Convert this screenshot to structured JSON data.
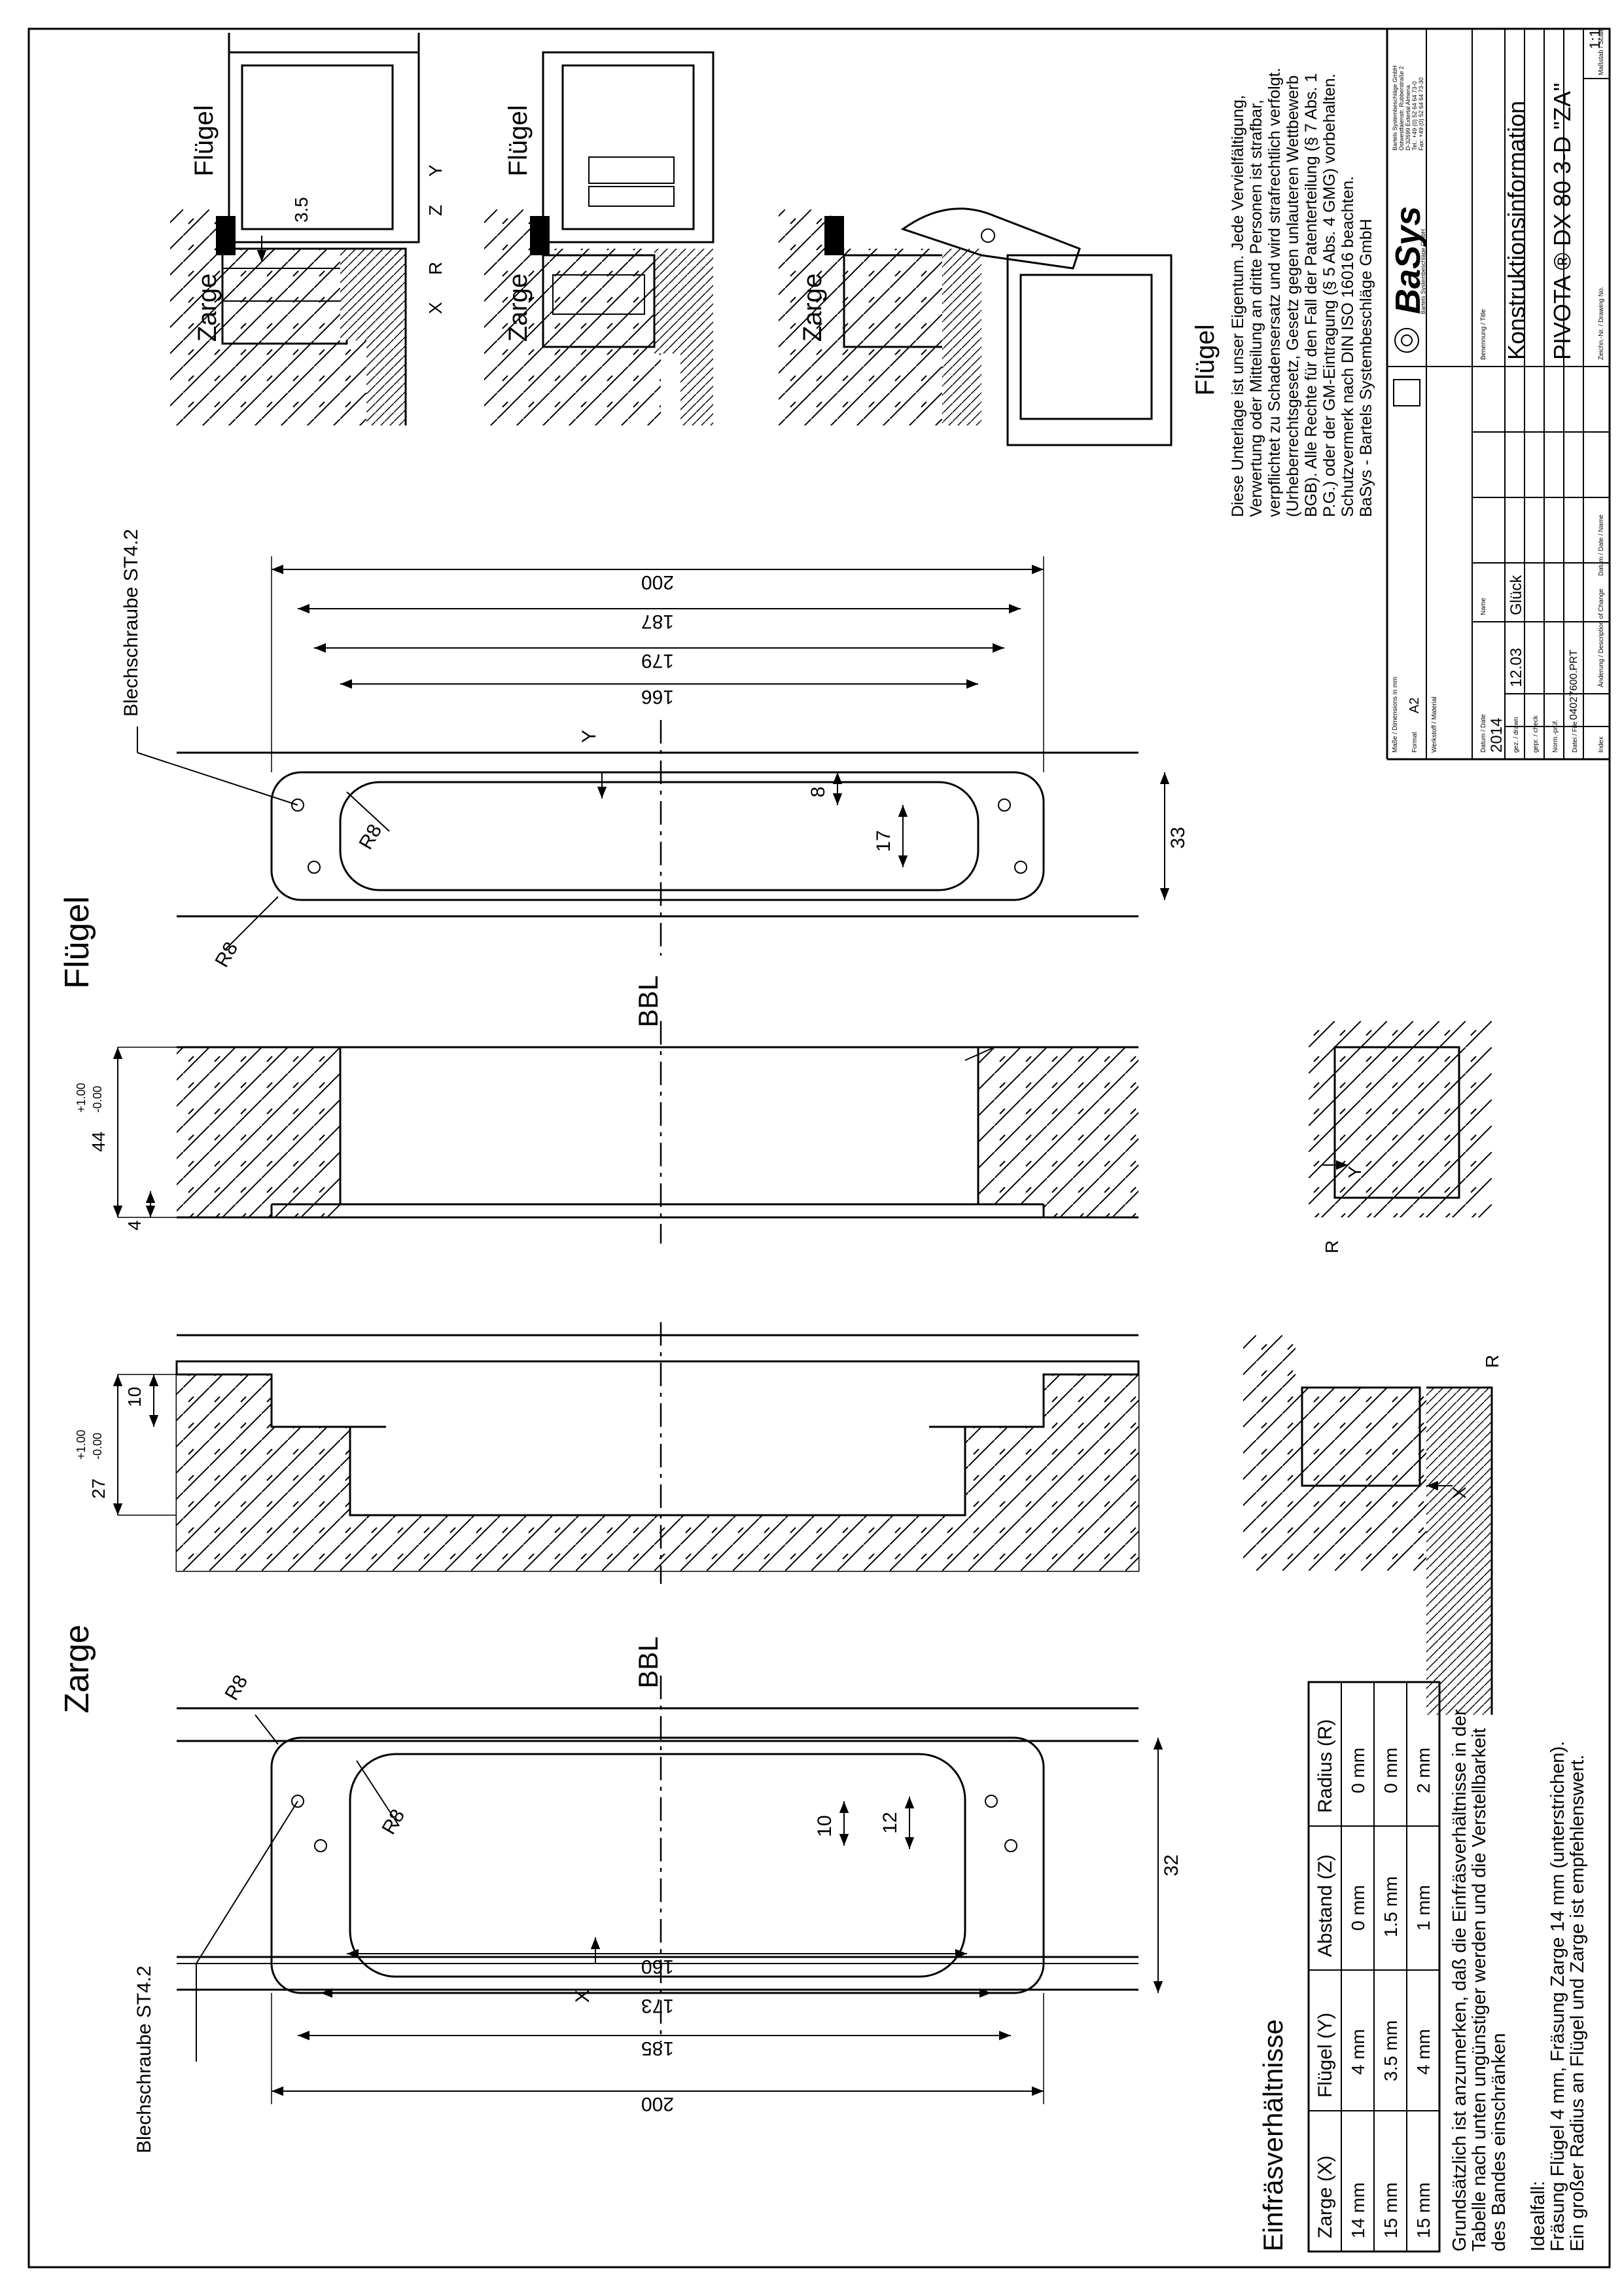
{
  "labels": {
    "zarge": "Zarge",
    "fluegel": "Flügel",
    "bbl": "BBL",
    "blechschraube": "Blechschraube ST4.2",
    "r8": "R8",
    "x": "X",
    "y": "Y",
    "z": "Z",
    "r": "R"
  },
  "dimensions": {
    "zarge_plan": {
      "d200": "200",
      "d185": "185",
      "d173": "173",
      "d160": "160",
      "d32": "32",
      "d12": "12",
      "d10": "10"
    },
    "zarge_section": {
      "depth_main": "27",
      "tol_plus": "+1.00",
      "tol_minus": "-0.00",
      "d10": "10"
    },
    "fluegel_plan": {
      "d200": "200",
      "d187": "187",
      "d179": "179",
      "d166": "166",
      "d33": "33",
      "d17": "17",
      "d8": "8"
    },
    "fluegel_section": {
      "depth_main": "44",
      "tol_plus": "+1.00",
      "tol_minus": "-0.00",
      "d4": "4"
    },
    "detail_fluegel": {
      "d35": "3.5"
    }
  },
  "table": {
    "title": "Einfräsverhältnisse",
    "headers": [
      "Zarge (X)",
      "Flügel (Y)",
      "Abstand (Z)",
      "Radius (R)"
    ],
    "rows": [
      [
        "14 mm",
        "4 mm",
        "0 mm",
        "0 mm"
      ],
      [
        "15 mm",
        "3.5 mm",
        "1.5 mm",
        "0 mm"
      ],
      [
        "15 mm",
        "4 mm",
        "1 mm",
        "2 mm"
      ]
    ]
  },
  "notes": {
    "n1": "Grundsätzlich ist anzumerken, daß die Einfräsverhältnisse in der",
    "n2": "Tabelle nach unten ungünstiger werden und die Verstellbarkeit",
    "n3": "des Bandes einschränken",
    "i1": "Idealfall:",
    "i2": "Fräsung Flügel 4 mm, Fräsung Zarge 14 mm (unterstrichen).",
    "i3": "Ein großer Radius an Flügel und Zarge ist empfehlenswert."
  },
  "copyright": [
    "Diese Unterlage ist unser Eigentum. Jede Vervielfältigung,",
    "Verwertung oder Mitteilung an dritte Personen ist strafbar,",
    "verpflichtet zu Schadensersatz und wird strafrechtlich verfolgt.",
    "(Urheberrechtsgesetz, Gesetz gegen unlauteren Wettbewerb",
    "BGB). Alle Rechte für den Fall der Patenterteilung (§ 7 Abs. 1",
    "P.G.) oder der GM-Eintragung (§ 5 Abs. 4 GMG) vorbehalten.",
    "Schutzvermerk nach DIN ISO 16016 beachten.",
    "BaSys - Bartels Systembeschläge GmbH"
  ],
  "title_block": {
    "masse_label": "Maße / Dimensions in mm",
    "format_label": "Format",
    "format_value": "A2",
    "werkstoff_label": "Werkstoff / Material",
    "year": "2014",
    "datum_label": "Datum / Date",
    "name_label": "Name",
    "gez_label": "gez. / drawn",
    "gez_date": "12.03",
    "gez_name": "Glück",
    "gepr_label": "gepr. / check",
    "norm_label": "Norm.-prüf.",
    "datei_label": "Datei / File",
    "datei_value": "04027600.PRT",
    "index_label": "Index",
    "aenderung_label": "Änderung / Description of Change",
    "datum_name_label": "Datum / Date / Name",
    "benennung_label": "Benennung / Title",
    "title1": "Konstruktionsinformation",
    "title2": "PIVOTA ® DX 80 3-D \"ZA\"",
    "zeich_label": "Zeichn.-Nr. / Drawing No.",
    "massstab_label": "Maßstab / Scale",
    "massstab_value": "1:1",
    "logo": "BaSys",
    "logo_sub": "Bartels Systembeschläge GmbH",
    "address": [
      "Bartels Systembeschläge GmbH",
      "Ostwestfalenstr. Rubberstraße 2",
      "D-32699 Extertal Almena",
      "Tel.: +49 (0) 52 64 64 73-0",
      "Fax: +49 (0) 52 64 64 73-30"
    ]
  }
}
